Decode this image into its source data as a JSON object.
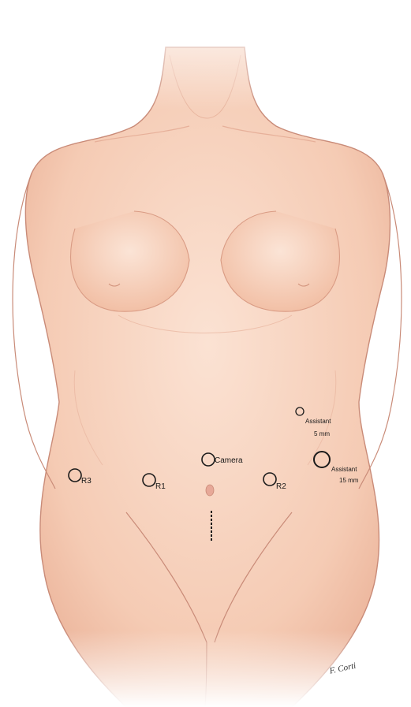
{
  "colors": {
    "skin": "#f6d3bf",
    "skin_shadow": "#e8a98f",
    "outline": "#c98b78",
    "port_stroke": "#1a1a1a",
    "background": "#ffffff"
  },
  "ports": {
    "camera": {
      "label": "Camera"
    },
    "r1": {
      "label": "R1"
    },
    "r2": {
      "label": "R2"
    },
    "r3": {
      "label": "R3"
    },
    "assistant_5": {
      "label": "Assistant",
      "size": "5 mm"
    },
    "assistant_15": {
      "label": "Assistant",
      "size": "15 mm"
    }
  },
  "incision": {
    "style": "dashed",
    "orientation": "vertical-midline-lower"
  },
  "signature": {
    "text": "F. Corti"
  }
}
